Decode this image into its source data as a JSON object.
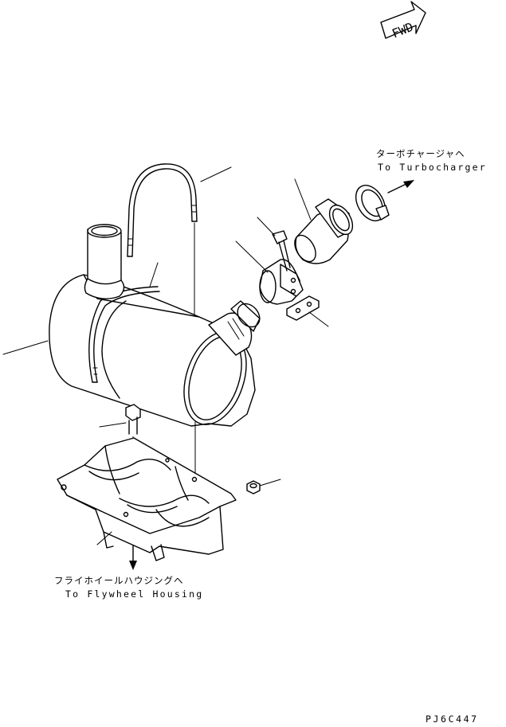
{
  "fwd_sign": {
    "text": "FWD"
  },
  "labels": {
    "turbo_jp": "ターボチャージャヘ",
    "turbo_en": "To Turbocharger",
    "flywheel_jp": "フライホイールハウジングヘ",
    "flywheel_en": "To Flywheel Housing",
    "drawing_code": "PJ6C447"
  }
}
